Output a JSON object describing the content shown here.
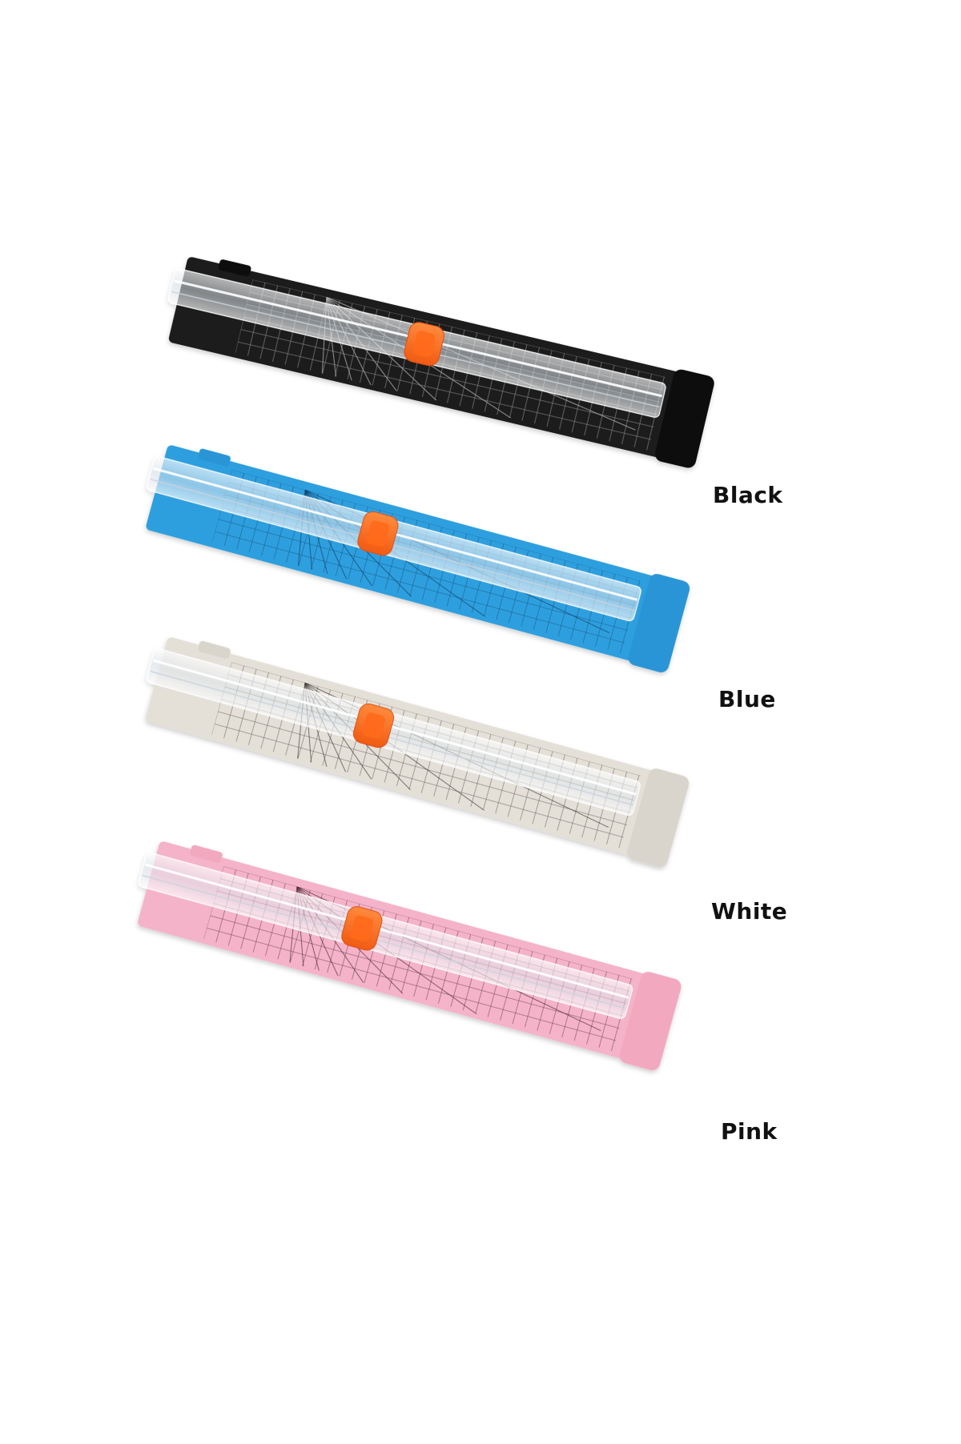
{
  "variants": [
    {
      "label": "Black",
      "base_color": "#1a1a1a",
      "end_color": "#0f0f0f",
      "grid_color": "#8a8a8a",
      "line_color": "#b8b8b8"
    },
    {
      "label": "Blue",
      "base_color": "#2f9fde",
      "end_color": "#2b95d6",
      "grid_color": "#1d5f8f",
      "line_color": "#0f3f66"
    },
    {
      "label": "White",
      "base_color": "#e4e0d8",
      "end_color": "#d9d5cc",
      "grid_color": "#6f6b66",
      "line_color": "#3d3a37"
    },
    {
      "label": "Pink",
      "base_color": "#f4b3c8",
      "end_color": "#f2a9c0",
      "grid_color": "#7a4a5a",
      "line_color": "#4b2a35"
    }
  ],
  "accent_color": "#ff6a1a"
}
